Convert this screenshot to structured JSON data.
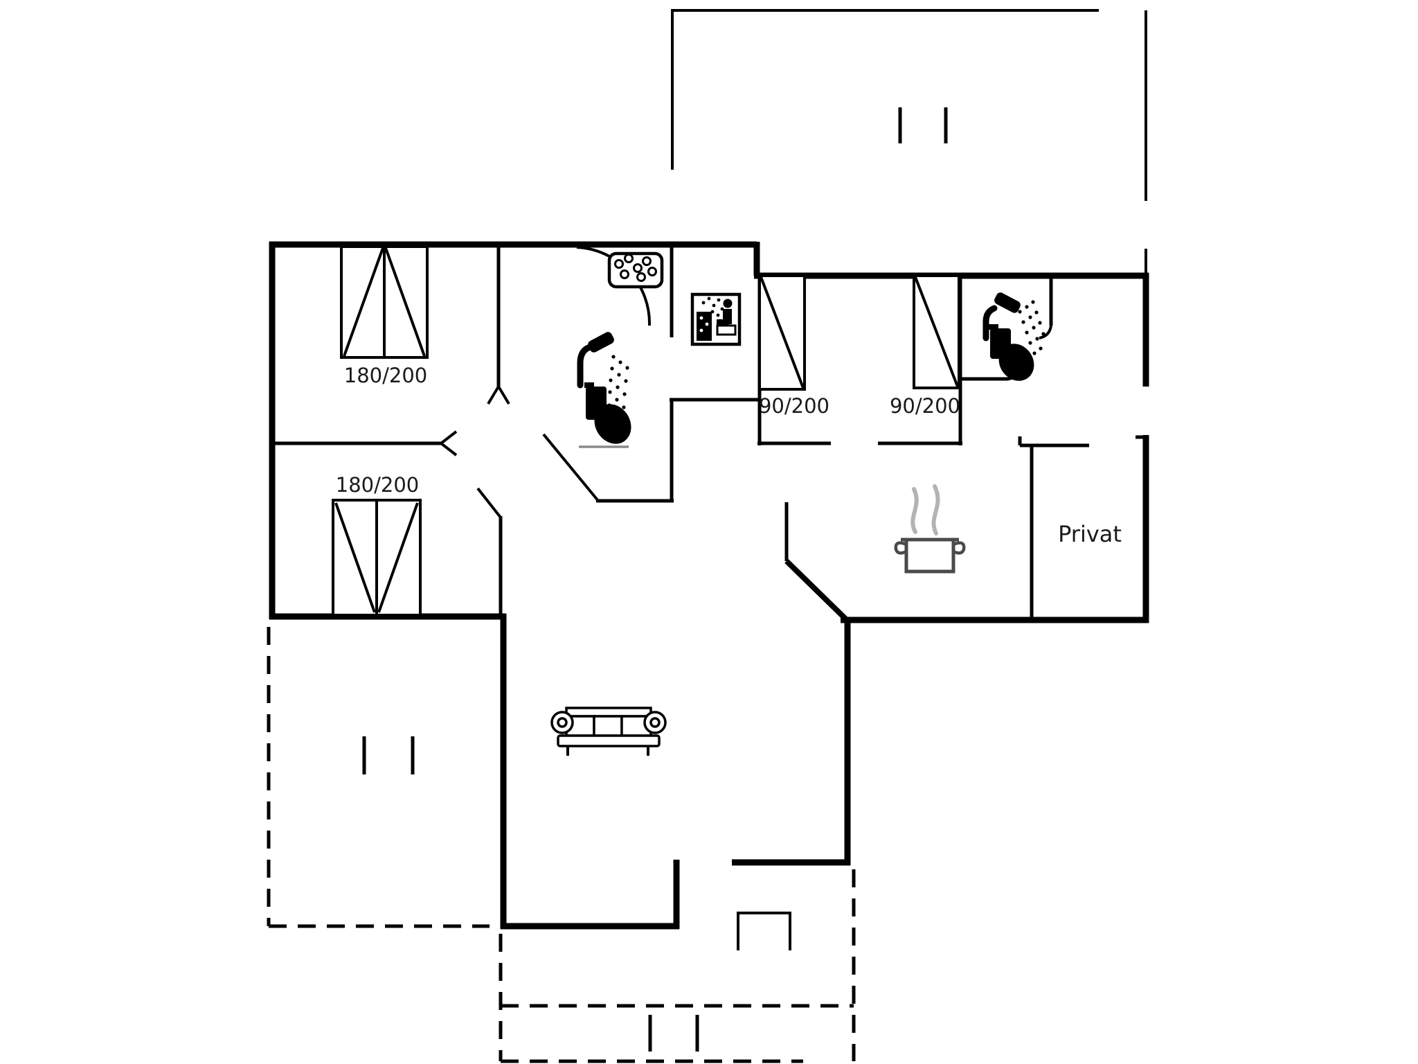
{
  "plan": {
    "type": "floor-plan",
    "bed_labels": {
      "bed1": "180/200",
      "bed2": "180/200",
      "bed3": "90/200",
      "bed4": "90/200"
    },
    "room_labels": {
      "privat": "Privat"
    },
    "icons": [
      "double-bed-icon",
      "single-bed-icon",
      "shower-icon",
      "toilet-icon",
      "whirlpool-tub-icon",
      "sauna-icon",
      "cooking-pot-icon",
      "sofa-icon",
      "door-swing-arc",
      "terrace-marker-ticks",
      "entrance-step"
    ],
    "colors": {
      "wall": "#000000",
      "steam_gray": "#b3b3b3",
      "pot_gray": "#4a4a4a",
      "toilet_base_gray": "#8a8a8a",
      "label_text": "#1a1a1a",
      "background": "#ffffff"
    }
  }
}
